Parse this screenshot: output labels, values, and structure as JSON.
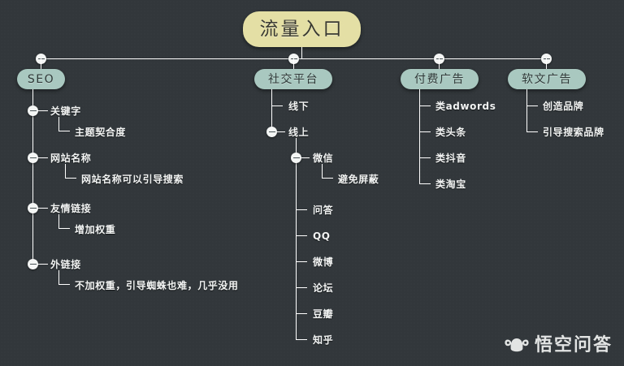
{
  "root": {
    "label": "流量入口"
  },
  "branches": [
    {
      "label": "SEO",
      "children": [
        {
          "label": "关键字",
          "sub": [
            "主题契合度"
          ]
        },
        {
          "label": "网站名称",
          "sub": [
            "网站名称可以引导搜索"
          ]
        },
        {
          "label": "友情链接",
          "sub": [
            "增加权重"
          ]
        },
        {
          "label": "外链接",
          "sub": [
            "不加权重，引导蜘蛛也难，几乎没用"
          ]
        }
      ]
    },
    {
      "label": "社交平台",
      "children": [
        {
          "label": "线下",
          "sub": []
        },
        {
          "label": "线上",
          "sub": [
            "微信",
            "避免屏蔽",
            "问答",
            "QQ",
            "微博",
            "论坛",
            "豆瓣",
            "知乎"
          ]
        }
      ]
    },
    {
      "label": "付费广告",
      "children": [
        {
          "label": "类adwords",
          "sub": []
        },
        {
          "label": "类头条",
          "sub": []
        },
        {
          "label": "类抖音",
          "sub": []
        },
        {
          "label": "类淘宝",
          "sub": []
        }
      ]
    },
    {
      "label": "软文广告",
      "children": [
        {
          "label": "创造品牌",
          "sub": []
        },
        {
          "label": "引导搜索品牌",
          "sub": []
        }
      ]
    }
  ],
  "seo": {
    "item1": "关键字",
    "item1sub": "主题契合度",
    "item2": "网站名称",
    "item2sub": "网站名称可以引导搜索",
    "item3": "友情链接",
    "item3sub": "增加权重",
    "item4": "外链接",
    "item4sub": "不加权重，引导蜘蛛也难，几乎没用"
  },
  "social": {
    "offline": "线下",
    "online": "线上",
    "wechat": "微信",
    "wechat_sub": "避免屏蔽",
    "qa": "问答",
    "qq": "QQ",
    "weibo": "微博",
    "forum": "论坛",
    "douban": "豆瓣",
    "zhihu": "知乎"
  },
  "paid": {
    "adwords": "类adwords",
    "toutiao": "类头条",
    "douyin": "类抖音",
    "taobao": "类淘宝"
  },
  "softad": {
    "brand": "创造品牌",
    "search_brand": "引导搜索品牌"
  },
  "watermark": {
    "text": "悟空问答",
    "icon": "wukong-headband-icon"
  },
  "colors": {
    "background": "#31373a",
    "root_node": "#e4dfa4",
    "branch_node": "#a9c8bf",
    "line": "#ffffff",
    "leaf_text": "#f2f3f3"
  }
}
